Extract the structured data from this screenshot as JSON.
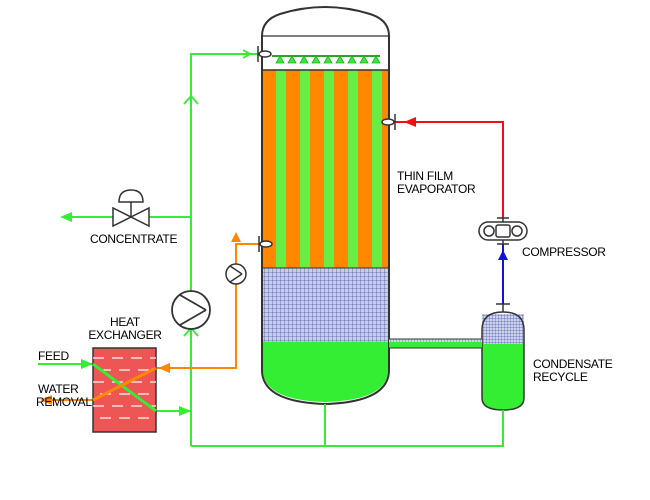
{
  "labels": {
    "evaporator": [
      "THIN FILM",
      "EVAPORATOR"
    ],
    "compressor": "COMPRESSOR",
    "concentrate": "CONCENTRATE",
    "heat_exchanger": [
      "HEAT",
      "EXCHANGER"
    ],
    "feed": "FEED",
    "water_removal": [
      "WATER",
      "REMOVAL"
    ],
    "condensate_recycle": [
      "CONDENSATE",
      "RECYCLE"
    ]
  },
  "colors": {
    "liquid_green": "#33ee33",
    "heating_orange": "#ff8800",
    "vapor_red": "#ee1111",
    "compressed_blue": "#1111dd",
    "vapor_mesh_blue": "#6677bb",
    "exchanger_fill": "#ee5555",
    "vessel_outline": "#333333"
  },
  "icons": [
    "valve-icon",
    "compressor-icon",
    "pump-icon",
    "small-pump-icon",
    "spray-nozzle-icon",
    "flow-arrow-icon"
  ]
}
